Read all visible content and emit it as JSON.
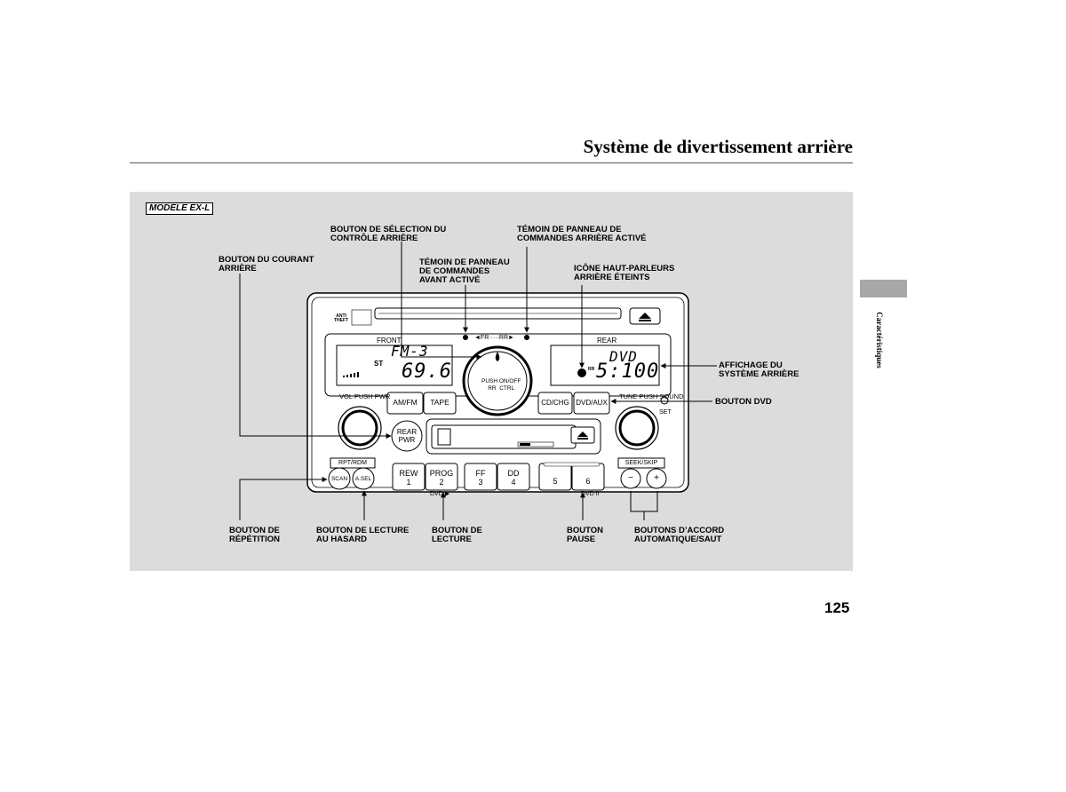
{
  "header": {
    "title": "Système de divertissement arrière"
  },
  "side_tab": {
    "label": "Caractéristiques"
  },
  "page_number": "125",
  "figure": {
    "model_badge": "MODÈLE EX-L",
    "callouts": {
      "rear_control_select": "BOUTON DE SÉLECTION DU\nCONTRÔLE ARRIÈRE",
      "rear_panel_active": "TÉMOIN DE PANNEAU DE\nCOMMANDES ARRIÈRE ACTIVÉ",
      "rear_power": "BOUTON DU COURANT\nARRIÈRE",
      "front_panel_active": "TÉMOIN DE PANNEAU\nDE COMMANDES\nAVANT ACTIVÉ",
      "speakers_off_icon": "ICÔNE HAUT-PARLEURS\nARRIÈRE ÉTEINTS",
      "rear_display": "AFFICHAGE DU\nSYSTÈME ARRIÈRE",
      "dvd_button": "BOUTON DVD",
      "repeat": "BOUTON DE\nRÉPÉTITION",
      "random": "BOUTON DE LECTURE\nAU HASARD",
      "play": "BOUTON DE\nLECTURE",
      "pause": "BOUTON\nPAUSE",
      "seek_skip": "BOUTONS D’ACCORD\nAUTOMATIQUE/SAUT"
    },
    "unit": {
      "anti_theft": "ANTI\nTHEFT",
      "front": "FRONT",
      "rear": "REAR",
      "fr_rr": "◄FR·····RR►",
      "front_band": "FM-3",
      "front_freq": "69.6",
      "st": "ST",
      "rear_source": "DVD",
      "rear_time": "5:100",
      "rr": "RR",
      "vol_pwr": "VOL PUSH PWR",
      "knob_text": "PUSH ON/OFF\nRR  CTRL",
      "tune_sound": "TUNE PUSH SOUND",
      "set": "SET",
      "am_fm": "AM/FM",
      "tape": "TAPE",
      "cd_chg": "CD/CHG",
      "dvd_aux": "DVD/AUX",
      "rear_pwr": "REAR\nPWR",
      "rpt_rdm": "RPT/RDM",
      "scan": "SCAN",
      "a_sel": "A.SEL",
      "rew": "REW\n1",
      "prog": "PROG\n2",
      "ff": "FF\n3",
      "dolby": "DD\n4",
      "p5": "5",
      "p6": "6",
      "dvd_play": "DVD ▶",
      "dvd_pause": "DVD II",
      "seek_skip": "SEEK/SKIP",
      "minus": "−",
      "plus": "+"
    }
  }
}
